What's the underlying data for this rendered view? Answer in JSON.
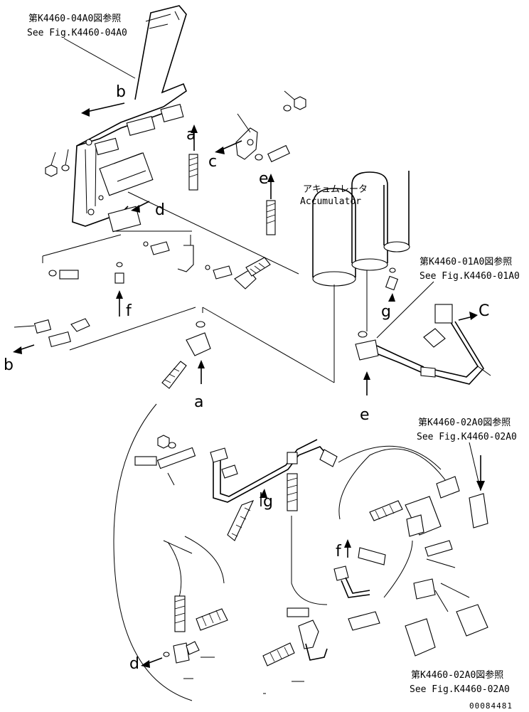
{
  "refs": {
    "top_left": {
      "jp": "第K4460-04A0図参照",
      "en": "See Fig.K4460-04A0"
    },
    "right_upper": {
      "jp": "第K4460-01A0図参照",
      "en": "See Fig.K4460-01A0"
    },
    "right_middle": {
      "jp": "第K4460-02A0図参照",
      "en": "See Fig.K4460-02A0"
    },
    "bottom_right": {
      "jp": "第K4460-02A0図参照",
      "en": "See Fig.K4460-02A0"
    }
  },
  "accumulator": {
    "jp": "アキュムレータ",
    "en": "Accumulator"
  },
  "letters": {
    "b_top": "b",
    "a_top": "a",
    "c_top": "c",
    "e_top": "e",
    "d_top": "d",
    "f_left": "f",
    "b_left": "b",
    "a_mid": "a",
    "g_right": "g",
    "c_right": "C",
    "e_mid": "e",
    "g_center": "g",
    "f_center": "f",
    "d_bottom": "d"
  },
  "drawing_number": "00084481"
}
